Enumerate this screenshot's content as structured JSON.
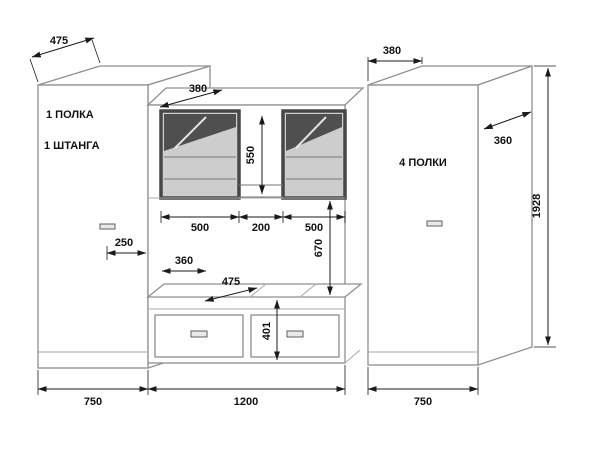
{
  "diagram": {
    "left_cabinet": {
      "label_line1": "1 ПОЛКА",
      "label_line2": "1 ШТАНГА",
      "depth": "475",
      "dim_250": "250",
      "width": "750"
    },
    "center_unit": {
      "depth": "380",
      "glass_height": "550",
      "left_section_width": "500",
      "middle_section_width": "200",
      "right_section_width": "500",
      "niche_depth": "360",
      "niche_height": "670",
      "shelf_depth": "475",
      "drawer_height": "401",
      "width": "1200"
    },
    "right_cabinet": {
      "label": "4 ПОЛКИ",
      "top_depth": "380",
      "depth": "360",
      "height": "1928",
      "width": "750"
    }
  }
}
